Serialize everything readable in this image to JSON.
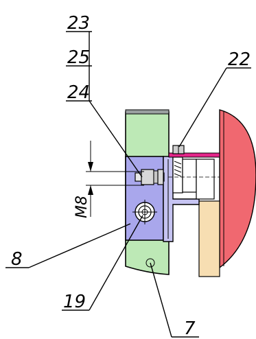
{
  "labels": {
    "part_23": "23",
    "part_25": "25",
    "part_24": "24",
    "part_22": "22",
    "part_8": "8",
    "part_19": "19",
    "part_7": "7",
    "thread_size": "M8"
  },
  "colors": {
    "bracket_green": "#bde9b6",
    "plate_blue": "#a9a7ec",
    "rail_red": "#f06870",
    "spacer_beige": "#f7deb2",
    "strip_pink": "#e4258a",
    "line": "#000000"
  }
}
